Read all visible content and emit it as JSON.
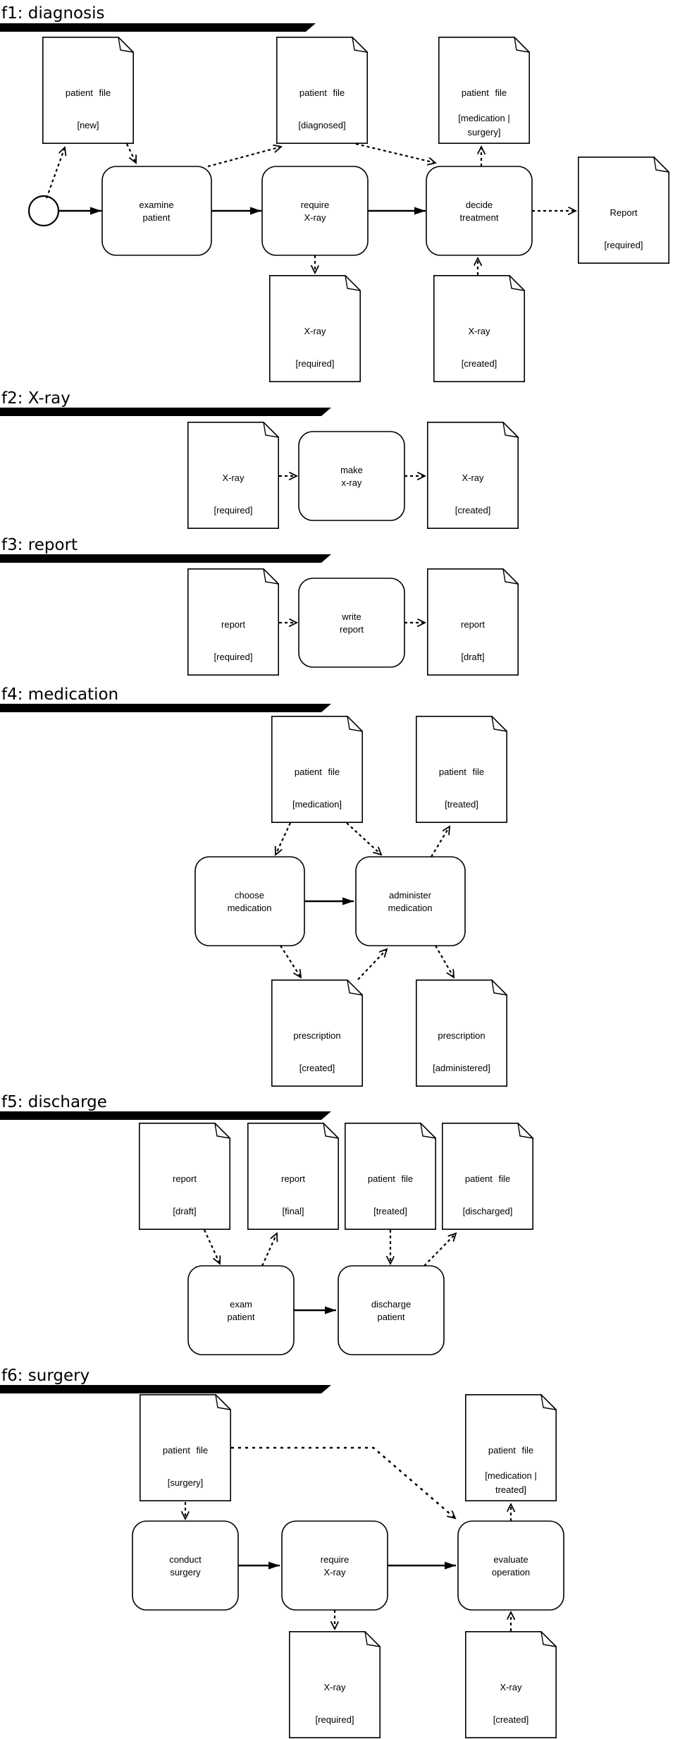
{
  "colors": {
    "ink": "#000000",
    "paper": "#ffffff"
  },
  "fragments": [
    {
      "title": "f1: diagnosis",
      "documents": [
        {
          "name": "patient file",
          "state": "[new]"
        },
        {
          "name": "patient file",
          "state": "[diagnosed]"
        },
        {
          "name": "patient file",
          "state": "[medication |",
          "state2": "surgery]"
        },
        {
          "name": "Report",
          "state": "[required]"
        },
        {
          "name": "X-ray",
          "state": "[required]"
        },
        {
          "name": "X-ray",
          "state": "[created]"
        }
      ],
      "activities": [
        {
          "line1": "examine",
          "line2": "patient"
        },
        {
          "line1": "require",
          "line2": "X-ray"
        },
        {
          "line1": "decide",
          "line2": "treatment"
        }
      ]
    },
    {
      "title": "f2: X-ray",
      "documents": [
        {
          "name": "X-ray",
          "state": "[required]"
        },
        {
          "name": "X-ray",
          "state": "[created]"
        }
      ],
      "activities": [
        {
          "line1": "make",
          "line2": "x-ray"
        }
      ]
    },
    {
      "title": "f3: report",
      "documents": [
        {
          "name": "report",
          "state": "[required]"
        },
        {
          "name": "report",
          "state": "[draft]"
        }
      ],
      "activities": [
        {
          "line1": "write",
          "line2": "report"
        }
      ]
    },
    {
      "title": "f4: medication",
      "documents": [
        {
          "name": "patient file",
          "state": "[medication]"
        },
        {
          "name": "patient file",
          "state": "[treated]"
        },
        {
          "name": "prescription",
          "state": "[created]"
        },
        {
          "name": "prescription",
          "state": "[administered]"
        }
      ],
      "activities": [
        {
          "line1": "choose",
          "line2": "medication"
        },
        {
          "line1": "administer",
          "line2": "medication"
        }
      ]
    },
    {
      "title": "f5: discharge",
      "documents": [
        {
          "name": "report",
          "state": "[draft]"
        },
        {
          "name": "report",
          "state": "[final]"
        },
        {
          "name": "patient file",
          "state": "[treated]"
        },
        {
          "name": "patient file",
          "state": "[discharged]"
        }
      ],
      "activities": [
        {
          "line1": "exam",
          "line2": "patient"
        },
        {
          "line1": "discharge",
          "line2": "patient"
        }
      ]
    },
    {
      "title": "f6: surgery",
      "documents": [
        {
          "name": "patient file",
          "state": "[surgery]"
        },
        {
          "name": "patient file",
          "state": "[medication |",
          "state2": "treated]"
        },
        {
          "name": "X-ray",
          "state": "[required]"
        },
        {
          "name": "X-ray",
          "state": "[created]"
        }
      ],
      "activities": [
        {
          "line1": "conduct",
          "line2": "surgery"
        },
        {
          "line1": "require",
          "line2": "X-ray"
        },
        {
          "line1": "evaluate",
          "line2": "operation"
        }
      ]
    }
  ]
}
